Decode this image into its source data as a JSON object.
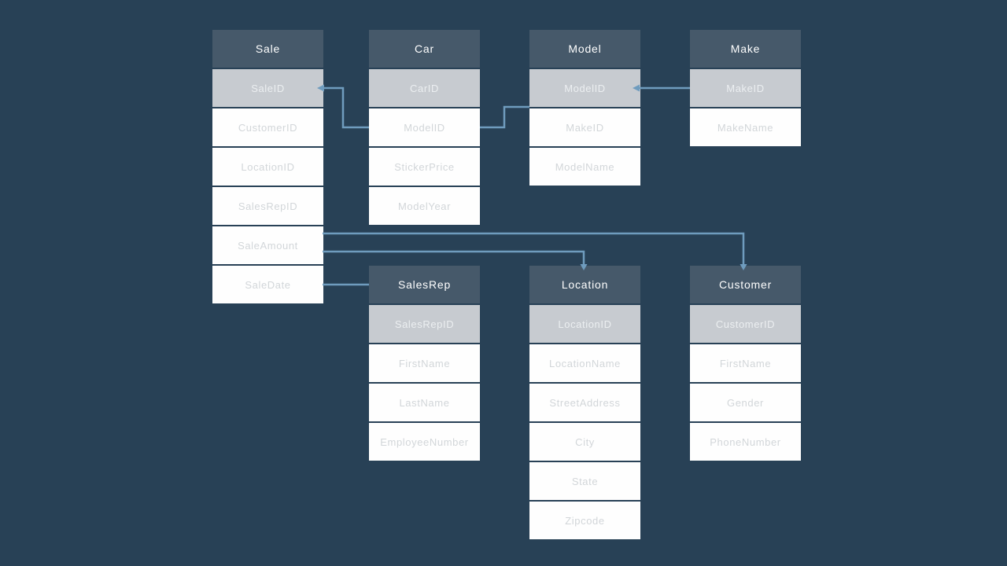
{
  "colors": {
    "background": "#284156",
    "table_header_bg": "#46596a",
    "table_header_text": "#ffffff",
    "key_row_bg": "#c7cbd0",
    "key_row_text": "#eceff1",
    "field_row_bg": "#fefefe",
    "field_row_text": "#d2d6d9",
    "connector": "#6f9cbe"
  },
  "diagram": {
    "type": "entity-relationship-schema",
    "tables": {
      "sale": {
        "name": "Sale",
        "key_field": "SaleID",
        "fields": [
          "CustomerID",
          "LocationID",
          "SalesRepID",
          "SaleAmount",
          "SaleDate"
        ]
      },
      "car": {
        "name": "Car",
        "key_field": "CarID",
        "fields": [
          "ModelID",
          "StickerPrice",
          "ModelYear"
        ]
      },
      "model": {
        "name": "Model",
        "key_field": "ModelID",
        "fields": [
          "MakeID",
          "ModelName"
        ]
      },
      "make": {
        "name": "Make",
        "key_field": "MakeID",
        "fields": [
          "MakeName"
        ]
      },
      "salesrep": {
        "name": "SalesRep",
        "key_field": "SalesRepID",
        "fields": [
          "FirstName",
          "LastName",
          "EmployeeNumber"
        ]
      },
      "location": {
        "name": "Location",
        "key_field": "LocationID",
        "fields": [
          "LocationName",
          "StreetAddress",
          "City",
          "State",
          "Zipcode"
        ]
      },
      "customer": {
        "name": "Customer",
        "key_field": "CustomerID",
        "fields": [
          "FirstName",
          "Gender",
          "PhoneNumber"
        ]
      }
    },
    "relationships": [
      {
        "from": "Car.ModelID",
        "to": "Sale.SaleID"
      },
      {
        "from": "Car.ModelID",
        "to": "Model"
      },
      {
        "from": "Make.MakeID",
        "to": "Model.ModelID"
      },
      {
        "from": "Sale.SaleAmount",
        "to": "Customer"
      },
      {
        "from": "Sale.SaleAmount",
        "to": "Location"
      },
      {
        "from": "Sale.SaleDate",
        "to": "SalesRep"
      }
    ]
  }
}
